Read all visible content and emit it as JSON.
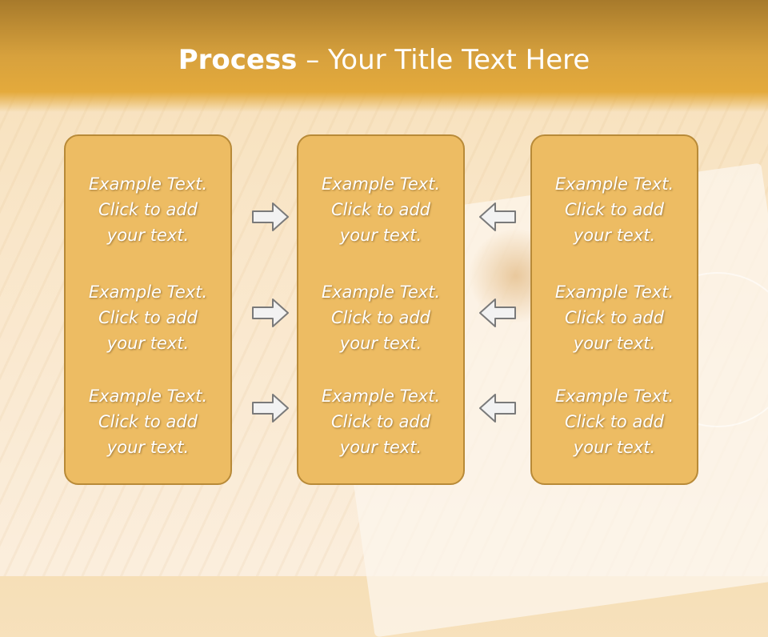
{
  "slide": {
    "title_bold": "Process",
    "title_rest": " – Your Title Text Here"
  },
  "columns": [
    {
      "cells": [
        {
          "line1": "Example Text.",
          "line2": "Click  to add",
          "line3": "your text."
        },
        {
          "line1": "Example Text.",
          "line2": "Click  to add",
          "line3": "your text."
        },
        {
          "line1": "Example Text.",
          "line2": "Click  to add",
          "line3": "your text."
        }
      ]
    },
    {
      "cells": [
        {
          "line1": "Example Text.",
          "line2": "Click  to add",
          "line3": "your text."
        },
        {
          "line1": "Example Text.",
          "line2": "Click  to add",
          "line3": "your text."
        },
        {
          "line1": "Example Text.",
          "line2": "Click  to add",
          "line3": "your text."
        }
      ]
    },
    {
      "cells": [
        {
          "line1": "Example Text.",
          "line2": "Click  to add",
          "line3": "your text."
        },
        {
          "line1": "Example Text.",
          "line2": "Click  to add",
          "line3": "your text."
        },
        {
          "line1": "Example Text.",
          "line2": "Click  to add",
          "line3": "your text."
        }
      ]
    }
  ],
  "arrows": {
    "left_group": "right-arrow-icon",
    "right_group": "left-arrow-icon"
  },
  "colors": {
    "header": "#e4aa3c",
    "box_fill": "#edbc63",
    "box_border": "#b88a38",
    "arrow_fill": "#f2f2f2",
    "arrow_stroke": "#7a7a7a"
  }
}
